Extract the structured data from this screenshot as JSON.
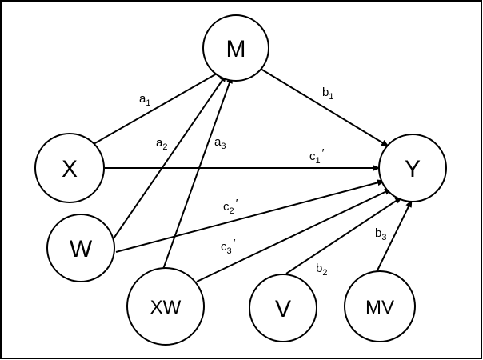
{
  "diagram": {
    "nodes": {
      "M": {
        "label": "M"
      },
      "X": {
        "label": "X"
      },
      "Y": {
        "label": "Y"
      },
      "W": {
        "label": "W"
      },
      "XW": {
        "label": "XW"
      },
      "V": {
        "label": "V"
      },
      "MV": {
        "label": "MV"
      }
    },
    "edges": {
      "a1": {
        "from": "X",
        "to": "M",
        "base": "a",
        "sub": "1",
        "prime": ""
      },
      "a2": {
        "from": "W",
        "to": "M",
        "base": "a",
        "sub": "2",
        "prime": ""
      },
      "a3": {
        "from": "XW",
        "to": "M",
        "base": "a",
        "sub": "3",
        "prime": ""
      },
      "b1": {
        "from": "M",
        "to": "Y",
        "base": "b",
        "sub": "1",
        "prime": ""
      },
      "c1": {
        "from": "X",
        "to": "Y",
        "base": "c",
        "sub": "1",
        "prime": "′"
      },
      "c2": {
        "from": "W",
        "to": "Y",
        "base": "c",
        "sub": "2",
        "prime": "′"
      },
      "c3": {
        "from": "XW",
        "to": "Y",
        "base": "c",
        "sub": "3",
        "prime": "′"
      },
      "b2": {
        "from": "V",
        "to": "Y",
        "base": "b",
        "sub": "2",
        "prime": ""
      },
      "b3": {
        "from": "MV",
        "to": "Y",
        "base": "b",
        "sub": "3",
        "prime": ""
      }
    }
  }
}
